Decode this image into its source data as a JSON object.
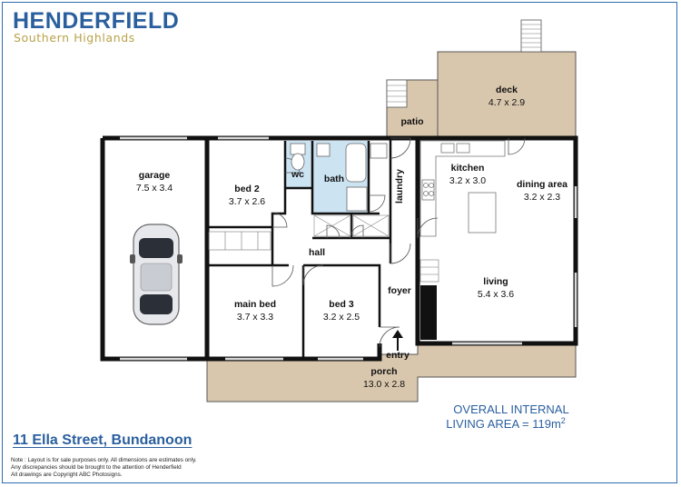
{
  "brand": {
    "name": "HENDERFIELD",
    "tagline": "Southern Highlands"
  },
  "address": "11 Ella Street, Bundanoon",
  "notes": [
    "Note : Layout is for sale purposes only. All dimensions are estimates only.",
    "Any discrepancies should be brought to the attention of Henderfield",
    "All drawings are Copyright ABC Photosigns."
  ],
  "overall_area": {
    "line1": "OVERALL INTERNAL",
    "line2": "LIVING AREA = 119m",
    "unit_sup": "2"
  },
  "rooms": {
    "garage": {
      "name": "garage",
      "dims": "7.5 x 3.4"
    },
    "bed2": {
      "name": "bed 2",
      "dims": "3.7 x 2.6"
    },
    "wc": {
      "name": "wc"
    },
    "bath": {
      "name": "bath"
    },
    "laundry": {
      "name": "laundry"
    },
    "hall": {
      "name": "hall"
    },
    "main_bed": {
      "name": "main bed",
      "dims": "3.7 x 3.3"
    },
    "bed3": {
      "name": "bed 3",
      "dims": "3.2 x 2.5"
    },
    "foyer": {
      "name": "foyer"
    },
    "entry": {
      "name": "entry"
    },
    "porch": {
      "name": "porch",
      "dims": "13.0 x 2.8"
    },
    "deck": {
      "name": "deck",
      "dims": "4.7 x 2.9"
    },
    "patio": {
      "name": "patio"
    },
    "kitchen": {
      "name": "kitchen",
      "dims": "3.2 x 3.0"
    },
    "dining": {
      "name": "dining area",
      "dims": "3.2 x 2.3"
    },
    "living": {
      "name": "living",
      "dims": "5.4 x 3.6"
    }
  },
  "colors": {
    "brand_blue": "#2a5f9e",
    "brand_gold": "#b8a24a",
    "deck_fill": "#d9c7ad",
    "wet_area_fill": "#cce3f2",
    "wall": "#111111"
  }
}
